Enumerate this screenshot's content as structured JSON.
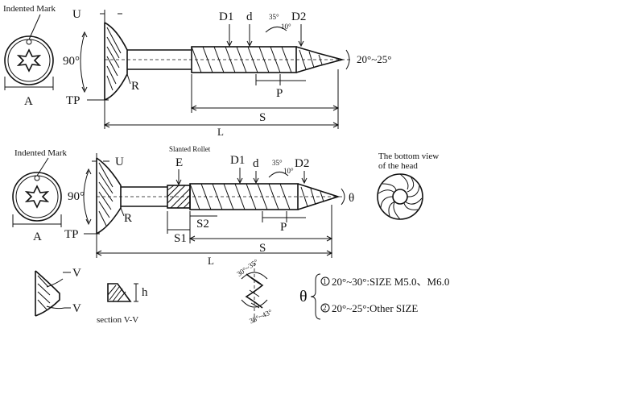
{
  "diagram_1": {
    "indented_mark": "Indented Mark",
    "label_a": "A",
    "label_u": "U",
    "label_tp": "TP",
    "label_angle": "90°",
    "label_r": "R",
    "label_d1": "D1",
    "label_d": "d",
    "label_d2": "D2",
    "label_35": "35°",
    "label_10": "10°",
    "label_tip_angle": "20°~25°",
    "label_p": "P",
    "label_s": "S",
    "label_l": "L"
  },
  "diagram_2": {
    "indented_mark": "Indented Mark",
    "slanted_rollet": "Slanted Rollet",
    "label_a": "A",
    "label_u": "U",
    "label_tp": "TP",
    "label_angle": "90°",
    "label_r": "R",
    "label_e": "E",
    "label_s1": "S1",
    "label_s2": "S2",
    "label_d1": "D1",
    "label_d": "d",
    "label_d2": "D2",
    "label_35": "35°",
    "label_10": "10°",
    "label_theta": "θ",
    "label_p": "P",
    "label_s": "S",
    "label_l": "L",
    "bottom_view_line1": "The bottom view",
    "bottom_view_line2": "of the head"
  },
  "details": {
    "label_v_top": "V",
    "label_v_bottom": "V",
    "label_h": "h",
    "section_caption": "section V-V",
    "tip_angle_top": "30°~35°",
    "tip_angle_bottom": "38°~43°",
    "theta_symbol": "θ",
    "option_1_marker": "1",
    "option_1_text": "20°~30°:SIZE M5.0、M6.0",
    "option_2_marker": "2",
    "option_2_text": "20°~25°:Other SIZE"
  }
}
